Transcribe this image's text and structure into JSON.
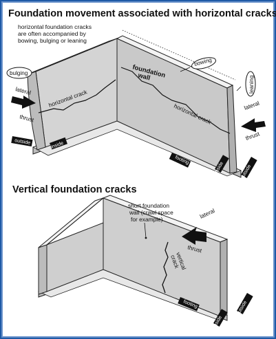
{
  "top": {
    "title": "Foundation movement associated with horizontal cracks",
    "note_line1": "horizontal foundation cracks",
    "note_line2": "are often accompanied by",
    "note_line3": "bowing, bulging or leaning",
    "label_bulging": "bulging",
    "label_bowing": "bowing",
    "label_leaning": "leaning",
    "lateral_thrust_left_1": "lateral",
    "lateral_thrust_left_2": "thrust",
    "lateral_thrust_right_1": "lateral",
    "lateral_thrust_right_2": "thrust",
    "crack_left": "horizontal crack",
    "crack_right": "horizontal crack",
    "foundation_wall_1": "foundation",
    "foundation_wall_2": "wall",
    "tag_outside_left": "outside",
    "tag_inside_left": "inside",
    "tag_footing": "footing",
    "tag_inside_right": "inside",
    "tag_outside_right": "outside"
  },
  "bottom": {
    "title": "Vertical foundation cracks",
    "wall_note_1": "short foundation",
    "wall_note_2": "wall (crawl space",
    "wall_note_3": "for example)",
    "lateral_1": "lateral",
    "lateral_2": "thrust",
    "crack_1": "vertical",
    "crack_2": "crack",
    "tag_footing": "footing",
    "tag_inside": "inside",
    "tag_outside": "outside"
  },
  "colors": {
    "frame": "#1f5aa6",
    "wall_face": "#d9d9d9",
    "wall_top": "#f2f2f2",
    "tag_bg": "#111111"
  }
}
